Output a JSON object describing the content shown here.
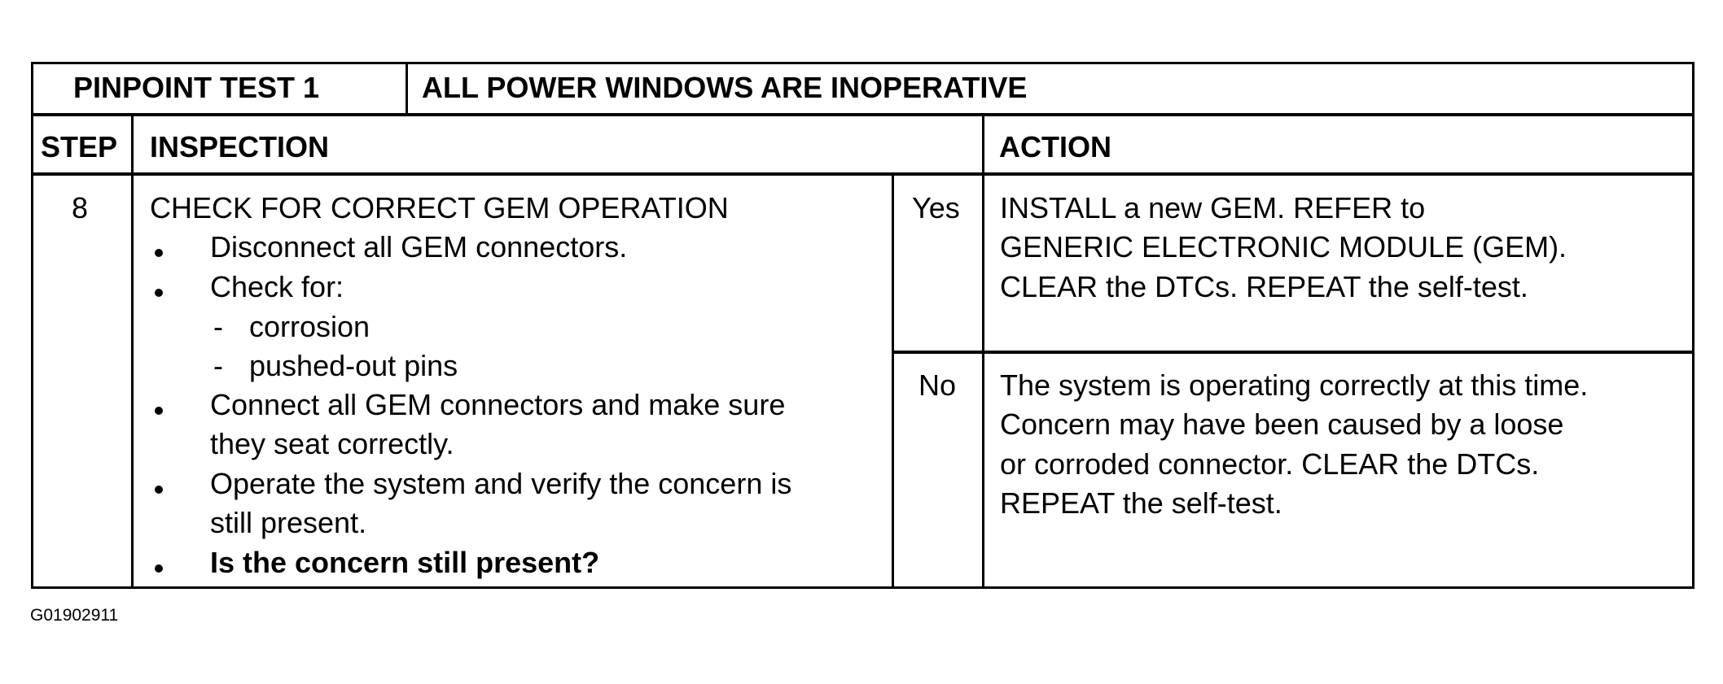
{
  "header": {
    "test_label": "PINPOINT TEST 1",
    "test_title": "ALL POWER WINDOWS ARE INOPERATIVE"
  },
  "columns": {
    "step": "STEP",
    "inspection": "INSPECTION",
    "action": "ACTION"
  },
  "row": {
    "step": "8",
    "inspection_title": "CHECK FOR CORRECT GEM OPERATION",
    "items": [
      "Disconnect all GEM connectors.",
      "Check for:",
      "Connect all GEM connectors and make sure",
      "they seat correctly.",
      "Operate the system and verify the concern is",
      "still present.",
      "Is the concern still present?"
    ],
    "subitems": [
      "corrosion",
      "pushed-out pins"
    ],
    "dash": "-",
    "yes_label": "Yes",
    "no_label": "No",
    "yes_action": [
      "INSTALL a new GEM. REFER to",
      "GENERIC ELECTRONIC MODULE (GEM).",
      "CLEAR the DTCs.  REPEAT the self-test."
    ],
    "no_action": [
      "The system is operating correctly at this time.",
      "Concern may have been caused by a loose",
      "or corroded connector.  CLEAR the DTCs.",
      "REPEAT the self-test."
    ]
  },
  "figure_id": "G01902911"
}
